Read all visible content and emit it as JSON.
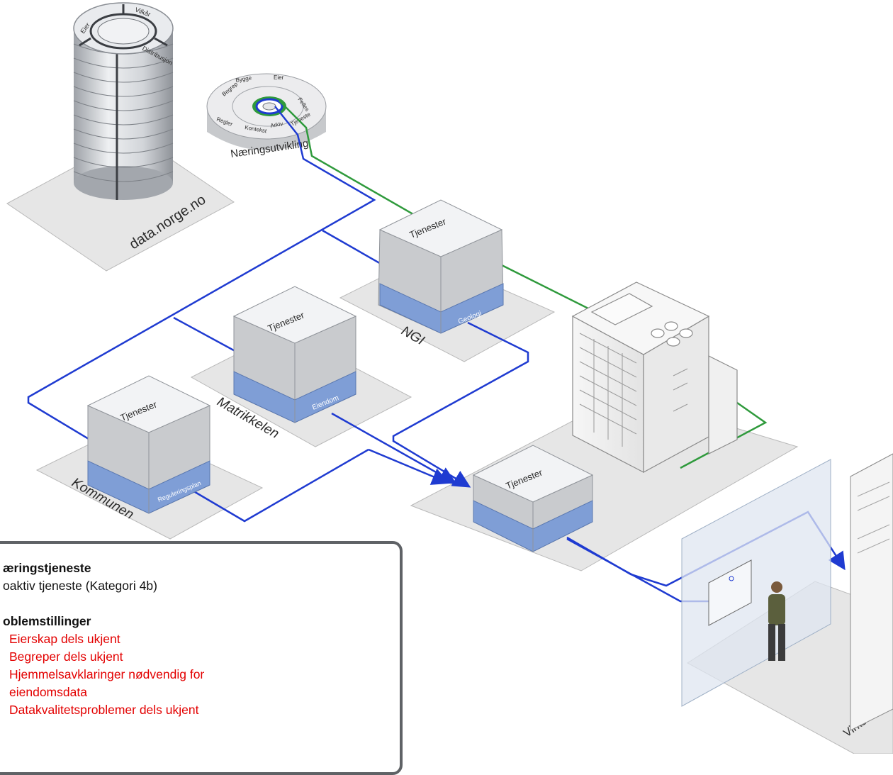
{
  "database": {
    "ring_labels": [
      "Vilkår",
      "Distribusjon",
      "Eier"
    ],
    "platform_label": "data.norge.no"
  },
  "hub": {
    "label": "Næringsutvikling",
    "ring_labels": [
      "Bygge",
      "Eier",
      "Begrep",
      "Felles",
      "Regler",
      "Kontekst",
      "Arkiv",
      "Tjeneste"
    ]
  },
  "service_stacks": [
    {
      "id": "ngi",
      "top_label": "Tjenester",
      "base_label": "Geologi",
      "platform_label": "NGI"
    },
    {
      "id": "matrikkelen",
      "top_label": "Tjenester",
      "base_label": "Eiendom",
      "platform_label": "Matrikkelen"
    },
    {
      "id": "kommunen",
      "top_label": "Tjenester",
      "base_label": "Reguleringsplan",
      "platform_label": "Kommunen"
    },
    {
      "id": "central",
      "top_label": "Tjenester",
      "base_label": "",
      "platform_label": ""
    }
  ],
  "enterprise": {
    "platform_label": "Virksomhet"
  },
  "colors": {
    "line_blue": "#1f3bd1",
    "line_green": "#2f9a3c",
    "platform": "#e6e6e6",
    "cube_grey": "#c9cbce",
    "cube_blue": "#7f9ed6",
    "problem_red": "#e30000"
  },
  "info": {
    "heading": "æringstjeneste",
    "subtitle": "oaktiv tjeneste (Kategori 4b)",
    "problems_heading": "oblemstillinger",
    "problems": [
      "Eierskap dels ukjent",
      "Begreper dels ukjent",
      "Hjemmelsavklaringer nødvendig for",
      "eiendomsdata",
      "Datakvalitetsproblemer dels ukjent"
    ]
  }
}
